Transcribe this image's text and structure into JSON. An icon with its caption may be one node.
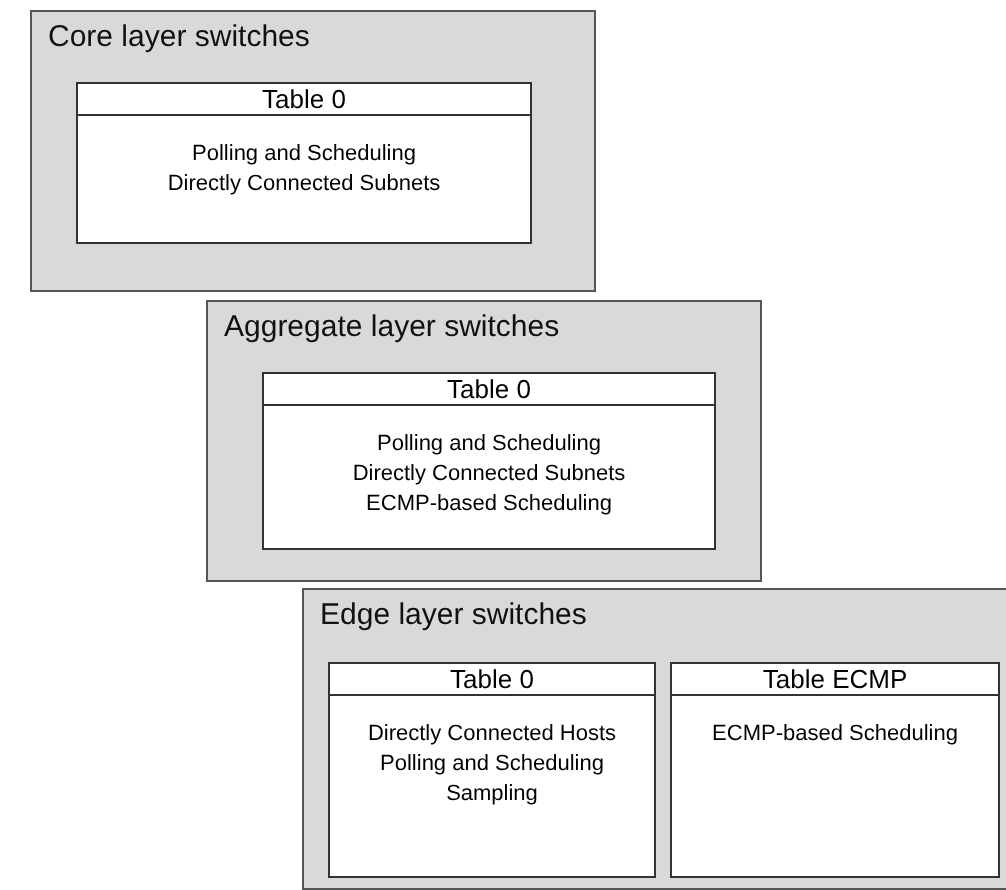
{
  "diagram": {
    "nodes": [
      {
        "text": [
          "Core layer switches"
        ]
      },
      {
        "text": [
          "Table 0",
          "Polling and Scheduling",
          "Directly Connected Subnets"
        ],
        "in": 0
      },
      {
        "text": [
          "Aggregate layer switches"
        ]
      },
      {
        "text": [
          "Table 0",
          "Polling and Scheduling",
          "Directly Connected Subnets",
          "ECMP-based Scheduling"
        ],
        "in": 2
      },
      {
        "text": [
          "Edge layer switches"
        ]
      },
      {
        "text": [
          "Table 0",
          "Directly Connected Hosts",
          "Polling and Scheduling",
          "Sampling"
        ],
        "in": 4
      },
      {
        "text": [
          "Table ECMP",
          "ECMP-based Scheduling"
        ],
        "in": 4
      }
    ]
  }
}
